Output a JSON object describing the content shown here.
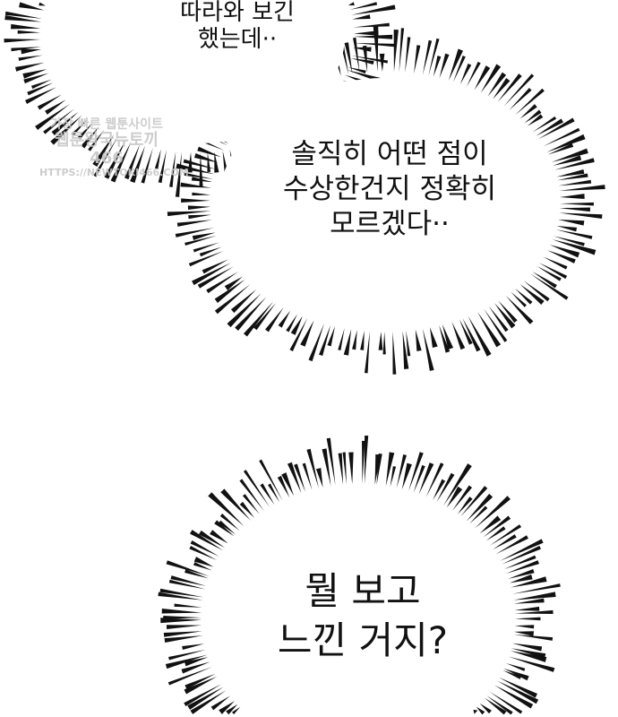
{
  "bubbles": [
    {
      "lines": [
        "따라와 보긴",
        "했는데··"
      ]
    },
    {
      "lines": [
        "솔직히 어떤 점이",
        "수상한건지 정확히",
        "모르겠다··"
      ]
    },
    {
      "lines": [
        "뭘 보고",
        "느낀 거지?"
      ]
    }
  ],
  "watermark": {
    "line1": "가장 빠른 웹툰사이트",
    "line2": "웹툰왕국뉴토끼466",
    "line3": "HTTPS://NEWTOKI466.COM"
  },
  "colors": {
    "ink": "#111111",
    "background": "#ffffff",
    "watermark": "#c8c8c8"
  }
}
